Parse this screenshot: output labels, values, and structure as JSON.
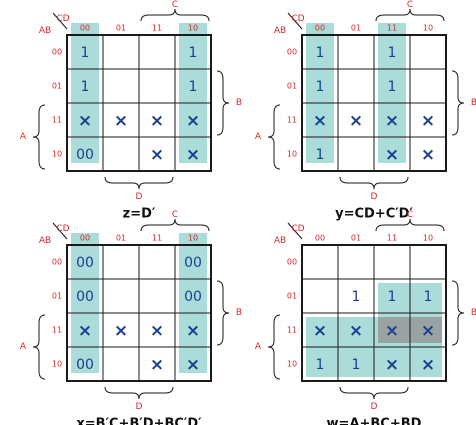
{
  "colors": {
    "grid": "#1a1a1a",
    "red_label": "#d42a2a",
    "cell_value": "#1c3f8e",
    "highlight": "#8fd0cc",
    "overlap": "#9a9a9a",
    "text": "#111111"
  },
  "axis_labels": {
    "rows": "AB",
    "cols": "CD"
  },
  "col_labels": [
    "00",
    "01",
    "11",
    "10"
  ],
  "row_labels": [
    "00",
    "01",
    "11",
    "10"
  ],
  "brace_labels": {
    "C": "C",
    "B": "B",
    "A": "A",
    "D": "D"
  },
  "maps": [
    {
      "id": "map-z",
      "equation": "z=D′",
      "cells": [
        [
          "1",
          "",
          "",
          "1"
        ],
        [
          "1",
          "",
          "",
          "1"
        ],
        [
          "×",
          "×",
          "×",
          "×"
        ],
        [
          "00",
          "",
          "×",
          "×"
        ]
      ],
      "groups": [
        {
          "r": [
            0,
            3
          ],
          "c": [
            0,
            0
          ]
        },
        {
          "r": [
            0,
            3
          ],
          "c": [
            3,
            3
          ]
        }
      ]
    },
    {
      "id": "map-y",
      "equation": "y=CD+C′D′",
      "cells": [
        [
          "1",
          "",
          "1",
          ""
        ],
        [
          "1",
          "",
          "1",
          ""
        ],
        [
          "×",
          "×",
          "×",
          "×"
        ],
        [
          "1",
          "",
          "×",
          "×"
        ]
      ],
      "groups": [
        {
          "r": [
            0,
            3
          ],
          "c": [
            0,
            0
          ]
        },
        {
          "r": [
            0,
            3
          ],
          "c": [
            2,
            2
          ]
        }
      ]
    },
    {
      "id": "map-x",
      "equation": "x=B′C+B′D+BC′D′",
      "cells": [
        [
          "00",
          "",
          "",
          "00"
        ],
        [
          "00",
          "",
          "",
          "00"
        ],
        [
          "×",
          "×",
          "×",
          "×"
        ],
        [
          "00",
          "",
          "×",
          "×"
        ]
      ],
      "groups": [
        {
          "r": [
            0,
            3
          ],
          "c": [
            0,
            0
          ]
        },
        {
          "r": [
            0,
            3
          ],
          "c": [
            3,
            3
          ]
        }
      ]
    },
    {
      "id": "map-w",
      "equation": "w=A+BC+BD",
      "cells": [
        [
          "",
          "",
          "",
          ""
        ],
        [
          "",
          "1",
          "1",
          "1"
        ],
        [
          "×",
          "×",
          "×",
          "×"
        ],
        [
          "1",
          "1",
          "×",
          "×"
        ]
      ],
      "groups": [
        {
          "r": [
            2,
            3
          ],
          "c": [
            0,
            3
          ]
        },
        {
          "r": [
            1,
            2
          ],
          "c": [
            2,
            3
          ]
        }
      ],
      "overlap": {
        "r": [
          2,
          2
        ],
        "c": [
          2,
          3
        ]
      }
    }
  ]
}
